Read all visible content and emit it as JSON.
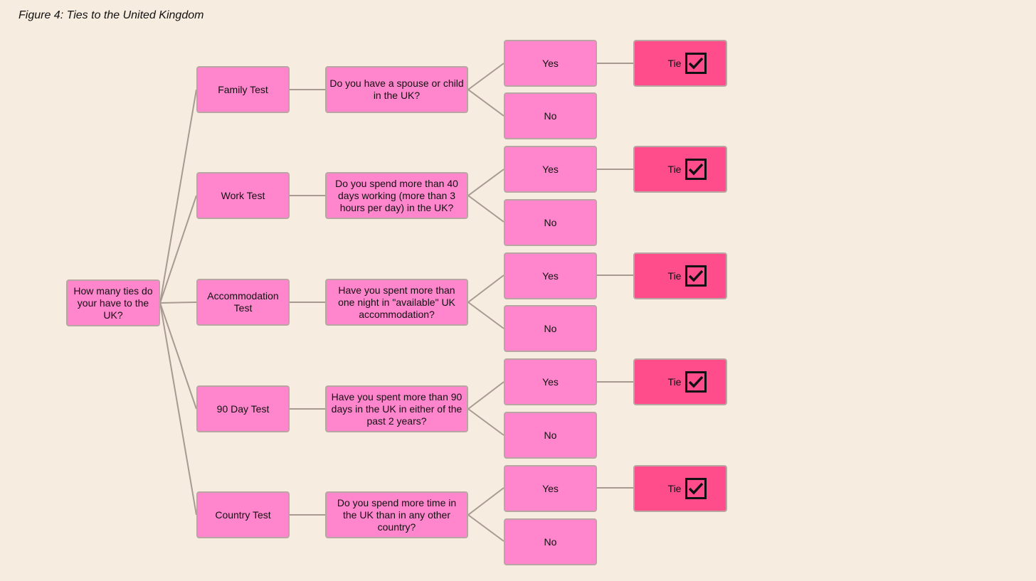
{
  "caption": "Figure 4: Ties to the United Kingdom",
  "root": {
    "label": "How many ties do your have to the UK?"
  },
  "answers": {
    "yes": "Yes",
    "no": "No",
    "tie": "Tie"
  },
  "tie_icon": "checkbox-checked-icon",
  "colors": {
    "background": "#f7ece0",
    "node": "#ff85cc",
    "tie_node": "#ff4d8c",
    "connector": "#a89a90"
  },
  "tests": [
    {
      "name": "Family Test",
      "question": "Do you have a spouse or child in the UK?"
    },
    {
      "name": "Work Test",
      "question": "Do you spend more than 40 days working (more than 3 hours per day)  in the UK?"
    },
    {
      "name": "Accommodation Test",
      "question": "Have you spent more than one night in \"available\" UK accommodation?"
    },
    {
      "name": "90 Day Test",
      "question": "Have you spent more than 90 days in the UK in either of the past 2 years?"
    },
    {
      "name": "Country Test",
      "question": "Do you spend more time in the UK than in any other country?"
    }
  ]
}
